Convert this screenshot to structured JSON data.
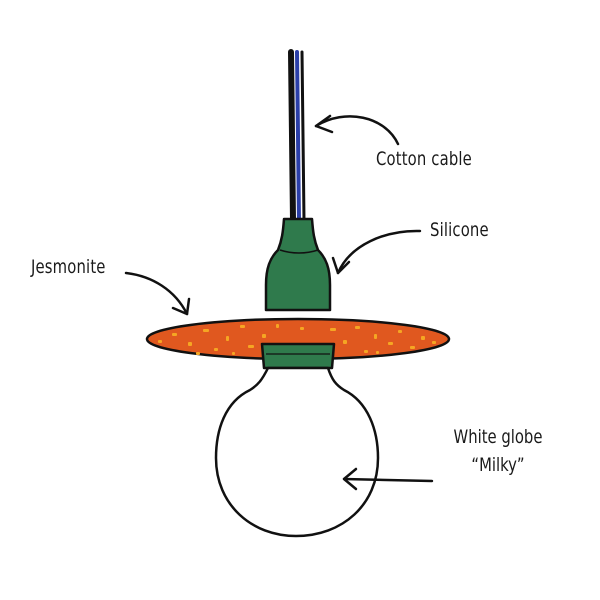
{
  "labels": {
    "cotton_cable": "Cotton cable",
    "silicone": "Silicone",
    "jesmonite": "Jesmonite",
    "white_globe": "White globe",
    "milky": "“Milky”"
  },
  "colors": {
    "cable_blue": "#2b3fa8",
    "outline": "#111111",
    "silicone_green": "#2f7a4c",
    "jesmonite_orange": "#e0581f",
    "jesmonite_flecks": "#f5a623",
    "globe_fill": "#ffffff"
  }
}
